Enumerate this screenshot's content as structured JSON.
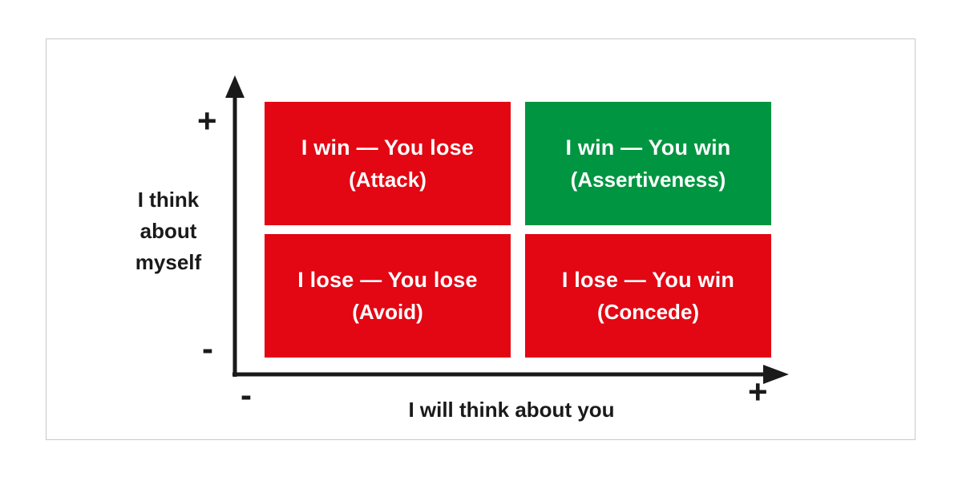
{
  "colors": {
    "quadrant_red": "#e30613",
    "quadrant_green": "#009540",
    "quadrant_text": "#ffffff",
    "axis": "#1a1a1a",
    "text_dark": "#1a1a1a",
    "frame_border": "#c9c9c9"
  },
  "axes": {
    "y_label": "I think\nabout\nmyself",
    "x_label": "I will think about you",
    "y_plus_sign": "+",
    "y_minus_sign": "-",
    "x_minus_sign": "-",
    "x_plus_sign": "+"
  },
  "quadrants": [
    {
      "position": "top-left",
      "line1": "I win — You lose",
      "line2": "(Attack)",
      "color": "red"
    },
    {
      "position": "top-right",
      "line1": "I win — You win",
      "line2": "(Assertiveness)",
      "color": "green"
    },
    {
      "position": "bottom-left",
      "line1": "I lose — You lose",
      "line2": "(Avoid)",
      "color": "red"
    },
    {
      "position": "bottom-right",
      "line1": "I lose — You win",
      "line2": "(Concede)",
      "color": "red"
    }
  ]
}
